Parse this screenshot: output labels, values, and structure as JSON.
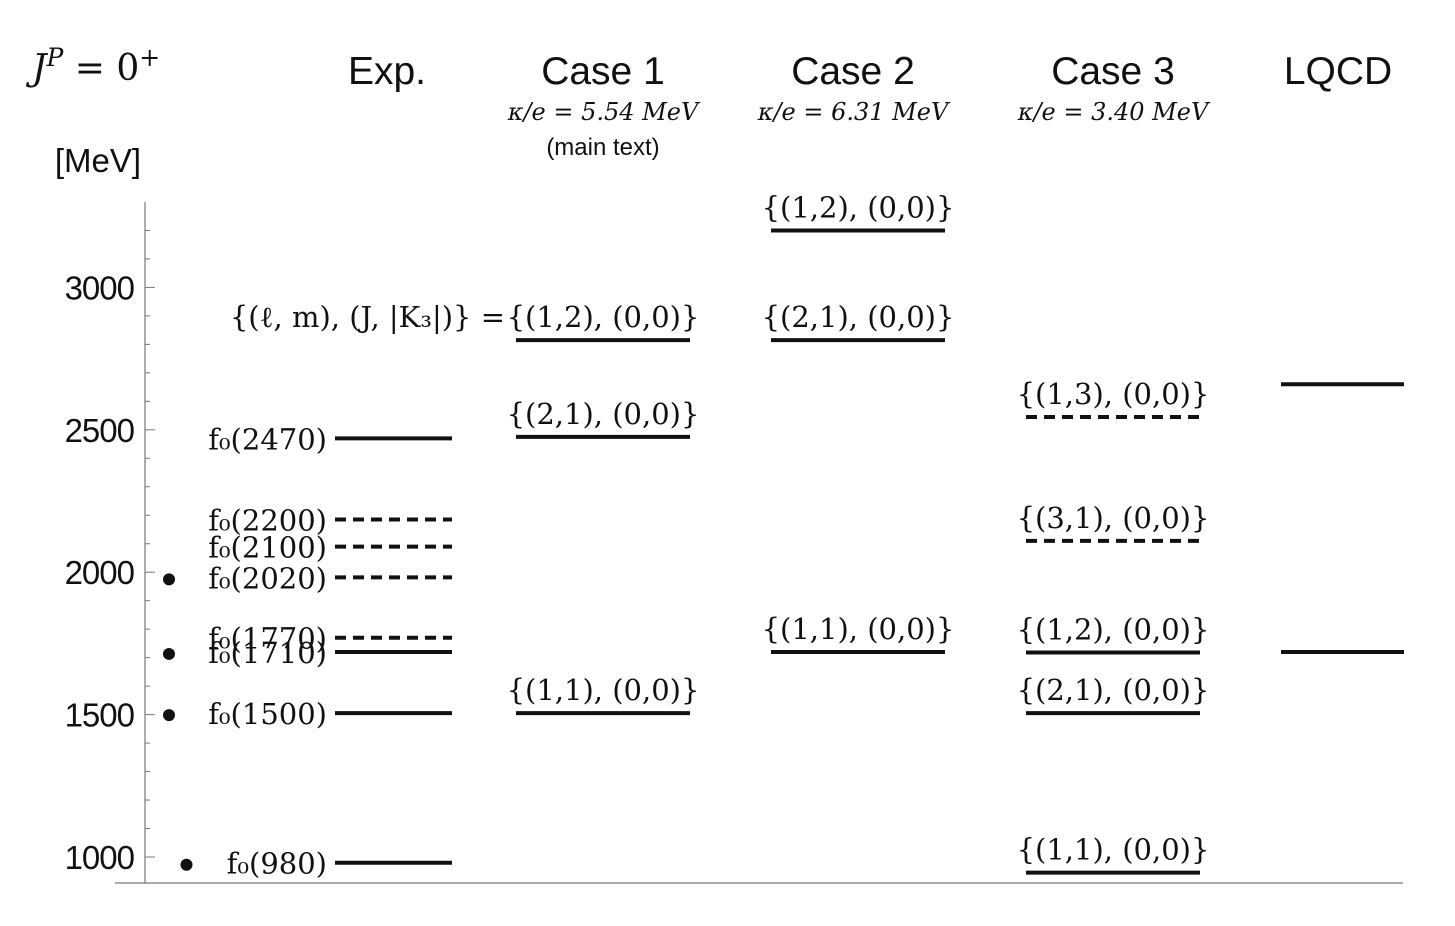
{
  "chart_data": {
    "type": "level-diagram",
    "title": "J^P = 0^+",
    "title_parts": {
      "J": "J",
      "P": "P",
      "rest": " = 0",
      "plus": "+"
    },
    "ylabel": "[MeV]",
    "ylim": [
      910,
      3300
    ],
    "yticks": [
      1000,
      1500,
      2000,
      2500,
      3000
    ],
    "ytick_labels": [
      "1000",
      "1500",
      "2000",
      "2500",
      "3000"
    ],
    "minor_tick_step": 100,
    "legend_label": "{(ℓ, m), (J, |K₃|)} =",
    "columns": [
      {
        "name": "Exp.",
        "subtitle": "",
        "note": "",
        "levels": [
          {
            "energy": 980,
            "label": "f₀(980)",
            "style": "solid",
            "dot": true
          },
          {
            "energy": 1505,
            "label": "f₀(1500)",
            "style": "solid",
            "dot": true
          },
          {
            "energy": 1720,
            "label": "f₀(1710)",
            "style": "solid",
            "dot": true
          },
          {
            "energy": 1770,
            "label": "f₀(1770)",
            "style": "dashed",
            "dot": false
          },
          {
            "energy": 1982,
            "label": "f₀(2020)",
            "style": "dashed",
            "dot": true
          },
          {
            "energy": 2090,
            "label": "f₀(2100)",
            "style": "dashed",
            "dot": false
          },
          {
            "energy": 2185,
            "label": "f₀(2200)",
            "style": "dashed",
            "dot": false
          },
          {
            "energy": 2470,
            "label": "f₀(2470)",
            "style": "solid",
            "dot": false
          }
        ]
      },
      {
        "name": "Case 1",
        "subtitle": "κ/e = 5.54 MeV",
        "note": "(main text)",
        "levels": [
          {
            "energy": 1505,
            "label": "{(1,1), (0,0)}",
            "style": "solid"
          },
          {
            "energy": 2475,
            "label": "{(2,1), (0,0)}",
            "style": "solid"
          },
          {
            "energy": 2815,
            "label": "{(1,2), (0,0)}",
            "style": "solid"
          }
        ]
      },
      {
        "name": "Case 2",
        "subtitle": "κ/e = 6.31 MeV",
        "note": "",
        "levels": [
          {
            "energy": 1720,
            "label": "{(1,1), (0,0)}",
            "style": "solid"
          },
          {
            "energy": 2815,
            "label": "{(2,1), (0,0)}",
            "style": "solid"
          },
          {
            "energy": 3200,
            "label": "{(1,2), (0,0)}",
            "style": "solid"
          }
        ]
      },
      {
        "name": "Case 3",
        "subtitle": "κ/e = 3.40 MeV",
        "note": "",
        "levels": [
          {
            "energy": 945,
            "label": "{(1,1), (0,0)}",
            "style": "solid"
          },
          {
            "energy": 1505,
            "label": "{(2,1), (0,0)}",
            "style": "solid"
          },
          {
            "energy": 1718,
            "label": "{(1,2), (0,0)}",
            "style": "solid"
          },
          {
            "energy": 2110,
            "label": "{(3,1), (0,0)}",
            "style": "dashed"
          },
          {
            "energy": 2545,
            "label": "{(1,3), (0,0)}",
            "style": "dashed"
          }
        ]
      },
      {
        "name": "LQCD",
        "subtitle": "",
        "note": "",
        "levels": [
          {
            "energy": 1720,
            "label": "",
            "style": "solid"
          },
          {
            "energy": 2660,
            "label": "",
            "style": "solid"
          }
        ]
      }
    ]
  }
}
